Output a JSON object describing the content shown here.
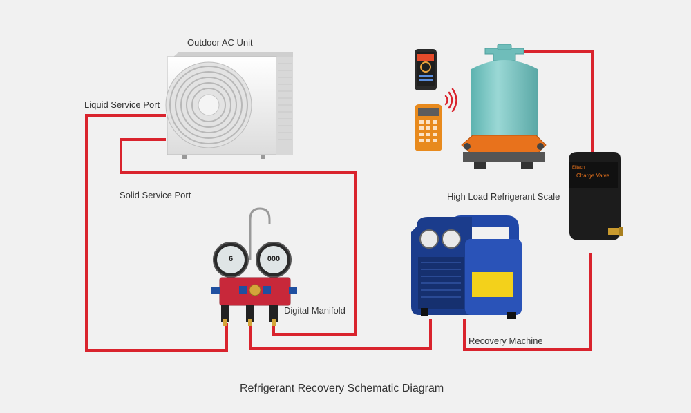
{
  "diagram": {
    "caption": "Refrigerant Recovery Schematic Diagram",
    "labels": {
      "outdoor_unit": "Outdoor AC Unit",
      "liquid_port": "Liquid Service Port",
      "solid_port": "Solid Service Port",
      "scale": "High Load Refrigerant Scale",
      "manifold": "Digital Manifold",
      "recovery": "Recovery Machine"
    },
    "charge_valve": {
      "brand": "Elitech",
      "text": "Charge Valve"
    },
    "manifold_display": {
      "left_value": "6",
      "right_value": "000"
    }
  },
  "colors": {
    "line": "#d9232d",
    "tank": "#7fc8c6",
    "scale_base": "#e8721c",
    "recovery_body": "#1e3f8f",
    "manifold_body": "#c8283a",
    "background": "#f1f1f1"
  },
  "icons": [
    "outdoor-ac-unit-icon",
    "smartphone-icon",
    "remote-controller-icon",
    "wireless-signal-icon",
    "refrigerant-tank-icon",
    "refrigerant-scale-icon",
    "charge-valve-icon",
    "manifold-gauge-icon",
    "recovery-machine-icon"
  ]
}
